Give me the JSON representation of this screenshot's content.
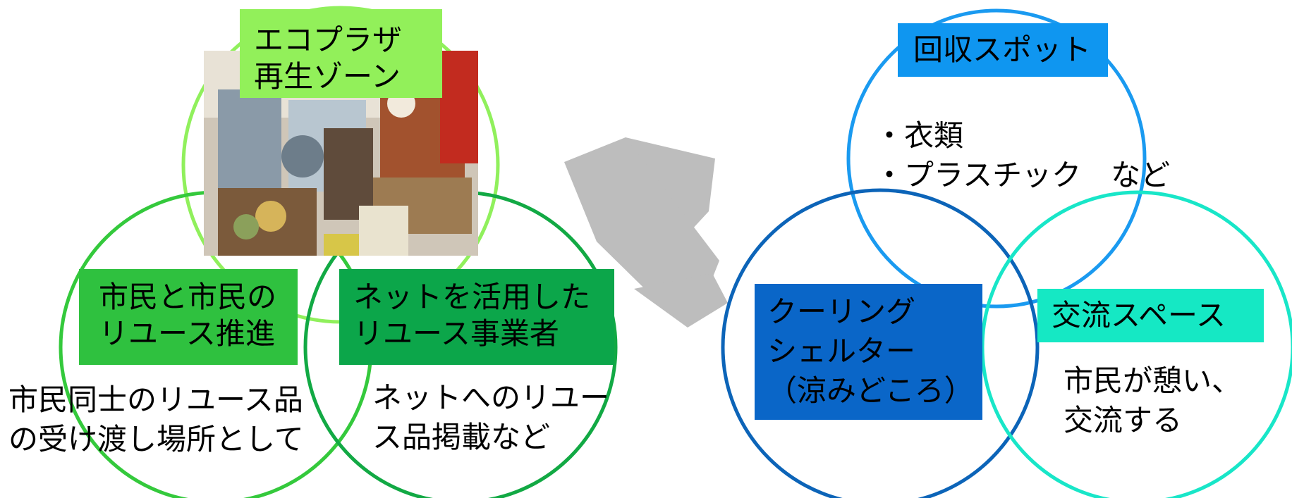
{
  "left_group": {
    "top_label": {
      "lines": [
        "エコプラザ",
        "再生ゾーン"
      ],
      "color": "#92f05a"
    },
    "bottom_left_label": {
      "lines": [
        "市民と市民の",
        "リユース推進"
      ],
      "color": "#2fc13f"
    },
    "bottom_right_label": {
      "lines": [
        "ネットを活用した",
        "リユース事業者"
      ],
      "color": "#0ca64a"
    },
    "bottom_left_text": {
      "lines": [
        "市民同士のリユース品",
        "の受け渡し場所として"
      ]
    },
    "bottom_right_text": {
      "lines": [
        "ネットへのリユー",
        "ス品掲載など"
      ]
    },
    "circle_colors": [
      "#90f05c",
      "#34c93c",
      "#12a944"
    ]
  },
  "times_symbol": {
    "color": "#bdbdbd"
  },
  "right_group": {
    "top_label": {
      "lines": [
        "回収スポット"
      ],
      "color": "#0f96f0"
    },
    "top_text": {
      "lines": [
        "・衣類",
        "・プラスチック　など"
      ]
    },
    "bottom_left_label": {
      "lines": [
        "クーリング",
        "シェルター",
        "（涼みどころ）"
      ],
      "color": "#0a66c8"
    },
    "bottom_right_label": {
      "lines": [
        "交流スペース"
      ],
      "color": "#15e8c4"
    },
    "bottom_right_text": {
      "lines": [
        "市民が憩い、",
        "交流する"
      ]
    },
    "circle_colors": [
      "#1a9af0",
      "#0c64b8",
      "#18e6c8"
    ]
  }
}
